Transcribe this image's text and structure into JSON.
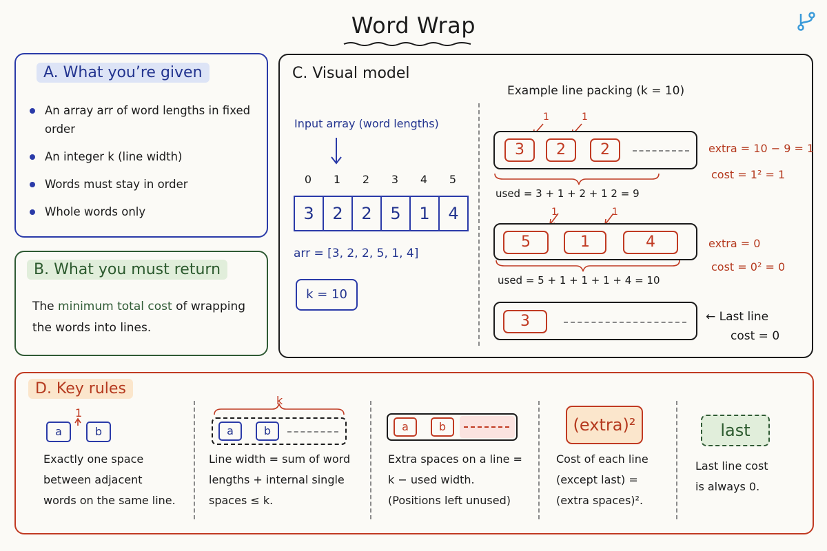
{
  "title": "Word Wrap",
  "brand_icon": "branch-logo-icon",
  "panel_a": {
    "title": "A. What you’re given",
    "bullets": [
      "An array arr of word lengths in fixed order",
      "An integer k (line width)",
      "Words must stay in order",
      "Whole words only"
    ]
  },
  "panel_b": {
    "title": "B. What you must return",
    "text_before": "The ",
    "text_highlight": "minimum total cost",
    "text_after": " of wrapping the words into lines."
  },
  "panel_c": {
    "title": "C. Visual model",
    "input_label": "Input array (word lengths)",
    "indices": [
      "0",
      "1",
      "2",
      "3",
      "4",
      "5"
    ],
    "values": [
      "3",
      "2",
      "2",
      "5",
      "1",
      "4"
    ],
    "arr_text": "arr = [3, 2, 2, 5, 1, 4]",
    "k_text": "k = 10",
    "example_title": "Example line packing  (k = 10)",
    "space_label": "1",
    "lines": [
      {
        "words": [
          "3",
          "2",
          "2"
        ],
        "used": "used = 3 + 1 + 2 + 1 2 = 9",
        "extra": "extra = 10 − 9 = 1",
        "cost": "cost = 1² = 1"
      },
      {
        "words": [
          "5",
          "1",
          "4"
        ],
        "used": "used = 5 + 1 + 1 + 1 + 4 = 10",
        "extra": "extra = 0",
        "cost": "cost = 0² = 0"
      },
      {
        "words": [
          "3"
        ],
        "note_line1": "← Last line",
        "note_line2": "cost = 0"
      }
    ]
  },
  "panel_d": {
    "title": "D. Key rules",
    "rule1": {
      "chip_a": "a",
      "chip_b": "b",
      "gap_label": "1",
      "text": [
        "Exactly one space",
        "between adjacent",
        "words on the same line."
      ]
    },
    "rule2": {
      "brace_label": "k",
      "chip_a": "a",
      "chip_b": "b",
      "text": [
        "Line width = sum of word",
        "lengths + internal single",
        "spaces ≤ k."
      ]
    },
    "rule3": {
      "chip_a": "a",
      "chip_b": "b",
      "text": [
        "Extra spaces on a line =",
        "k − used width.",
        "(Positions left unused)"
      ]
    },
    "rule4": {
      "box_label": "(extra)²",
      "text": [
        "Cost of each line",
        "(except last) =",
        "(extra spaces)²."
      ]
    },
    "rule5": {
      "box_label": "last",
      "text": [
        "Last line cost",
        "is always 0."
      ]
    }
  },
  "colors": {
    "blue": "#2a3aa8",
    "green": "#2f5a34",
    "red": "#c03a22",
    "ink": "#1b1b1b"
  }
}
